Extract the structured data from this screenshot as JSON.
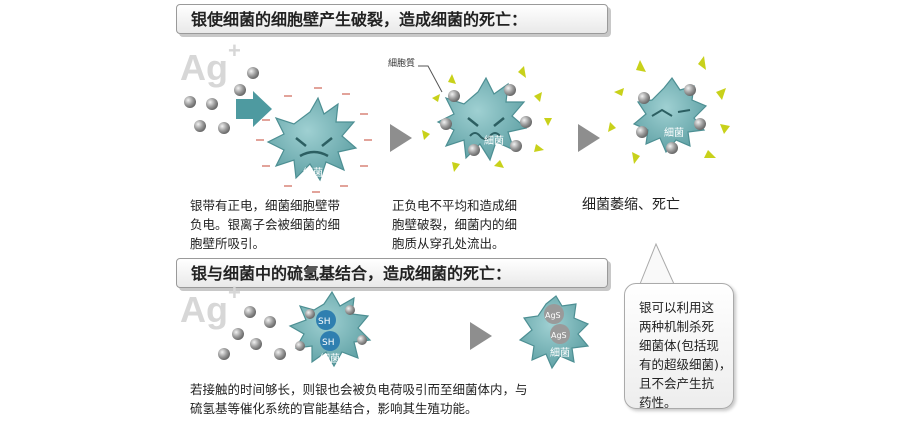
{
  "section1": {
    "title": "银使细菌的细胞壁产生破裂，造成细菌的死亡：",
    "ion_symbol": "Ag",
    "ion_charge": "+",
    "bacteria_label": "細菌",
    "cell_wall_label": "細胞質",
    "caption1": [
      "银带有正电，细菌细胞壁带",
      "负电。银离子会被细菌的细",
      "胞壁所吸引。"
    ],
    "caption2": [
      "正负电不平均和造成细",
      "胞壁破裂，细菌内的细",
      "胞质从穿孔处流出。"
    ],
    "caption3": "细菌萎缩、死亡"
  },
  "section2": {
    "title": "银与细菌中的硫氢基结合，造成细菌的死亡：",
    "ion_symbol": "Ag",
    "ion_charge": "+",
    "bacteria_label": "細菌",
    "sh_label": "SH",
    "ags_label": "AgS",
    "caption": [
      "若接触的时间够长，则银也会被负电荷吸引而至细菌体内，与",
      "硫氢基等催化系统的官能基结合，影响其生殖功能。"
    ]
  },
  "bubble": {
    "lines": [
      "银可以利用这",
      "两种机制杀死",
      "细菌体(包括现",
      "有的超级细菌)，",
      "且不会产生抗",
      "药性。"
    ]
  },
  "colors": {
    "bacteria": "#6fb0b4",
    "bacteria_dark": "#3f8185",
    "ion": "#8a8a8a",
    "arrow_teal": "#4e9aa0",
    "arrow_gray": "#8e8e8e",
    "spark": "#c8d11a",
    "minus": "#e2a39a"
  }
}
